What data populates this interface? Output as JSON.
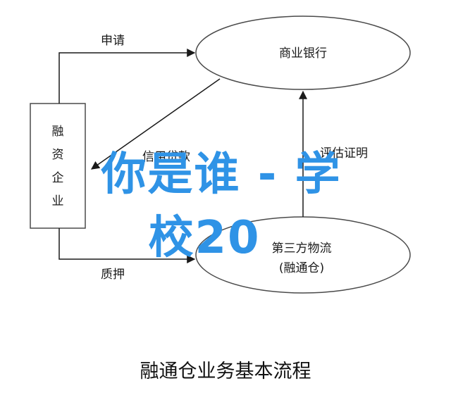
{
  "diagram": {
    "nodes": {
      "bank": "商业银行",
      "enterprise": "融资企业",
      "logistics_line1": "第三方物流",
      "logistics_line2": "(融通仓)"
    },
    "edges": {
      "apply": "申请",
      "loan": "信用贷款",
      "evaluation": "评估证明",
      "pledge": "质押"
    },
    "caption": "融通仓业务基本流程"
  },
  "overlay": {
    "line1": "你是谁 - 学",
    "line2": "校20"
  }
}
